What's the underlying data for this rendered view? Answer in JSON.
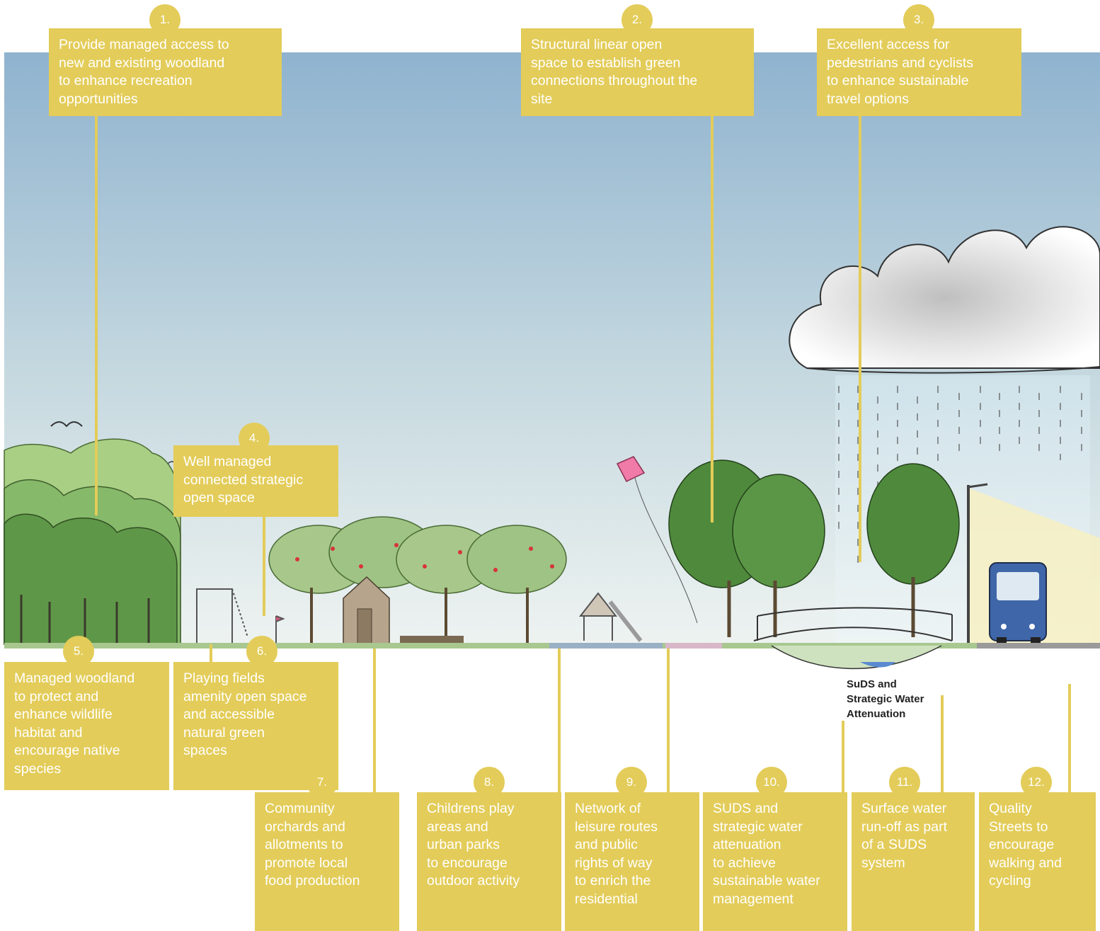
{
  "callouts": [
    {
      "number": "1.",
      "text": "Provide managed access to\nnew and existing woodland\nto enhance recreation\nopportunities"
    },
    {
      "number": "2.",
      "text": "Structural linear open\nspace to establish green\nconnections throughout the\nsite"
    },
    {
      "number": "3.",
      "text": "Excellent access for\npedestrians and cyclists\nto enhance sustainable\ntravel options"
    },
    {
      "number": "4.",
      "text": "Well managed\nconnected strategic\nopen space"
    },
    {
      "number": "5.",
      "text": "Managed woodland\nto protect and\nenhance wildlife\nhabitat and\nencourage native\nspecies"
    },
    {
      "number": "6.",
      "text": "Playing fields\namenity open space\nand accessible\nnatural green\nspaces"
    },
    {
      "number": "7.",
      "text": "Community\norchards and\nallotments to\npromote local\nfood production"
    },
    {
      "number": "8.",
      "text": "Childrens play\nareas and\nurban parks\nto encourage\noutdoor activity"
    },
    {
      "number": "9.",
      "text": "Network of\nleisure routes\nand public\nrights of way\nto enrich the\nresidential"
    },
    {
      "number": "10.",
      "text": "SUDS and\nstrategic water\nattenuation\nto achieve\nsustainable water\nmanagement"
    },
    {
      "number": "11.",
      "text": "Surface water\nrun-off as part\nof a SUDS\nsystem"
    },
    {
      "number": "12.",
      "text": "Quality\nStreets to\nencourage\nwalking and\ncycling"
    }
  ],
  "suds_label": "SuDS and\nStrategic Water\nAttenuation",
  "colors": {
    "callout": "#e3cc59",
    "sky_top": "#8fb3cf",
    "sky_bottom": "#eef3f1",
    "tree": "#4f8a3c",
    "bus": "#3f66a8"
  }
}
